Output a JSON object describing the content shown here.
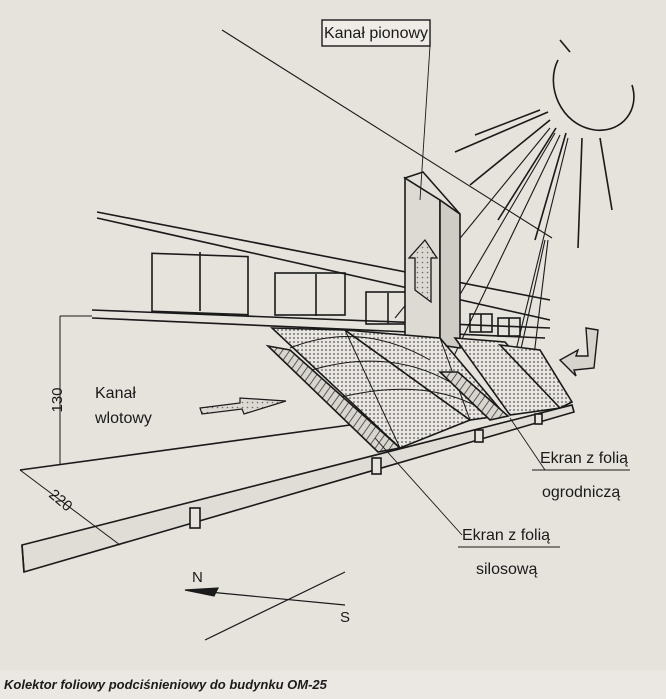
{
  "labels": {
    "vertical_channel": "Kanał pionowy",
    "inlet_channel_line1": "Kanał",
    "inlet_channel_line2": "wlotowy",
    "garden_foil_line1": "Ekran z folią",
    "garden_foil_line2": "ogrodniczą",
    "silage_foil_line1": "Ekran z folią",
    "silage_foil_line2": "silosową",
    "height_dimension": "130",
    "width_dimension": "220",
    "north": "N",
    "south": "S"
  },
  "caption": "Kolektor foliowy podciśnieniowy do budynku OM-25"
}
